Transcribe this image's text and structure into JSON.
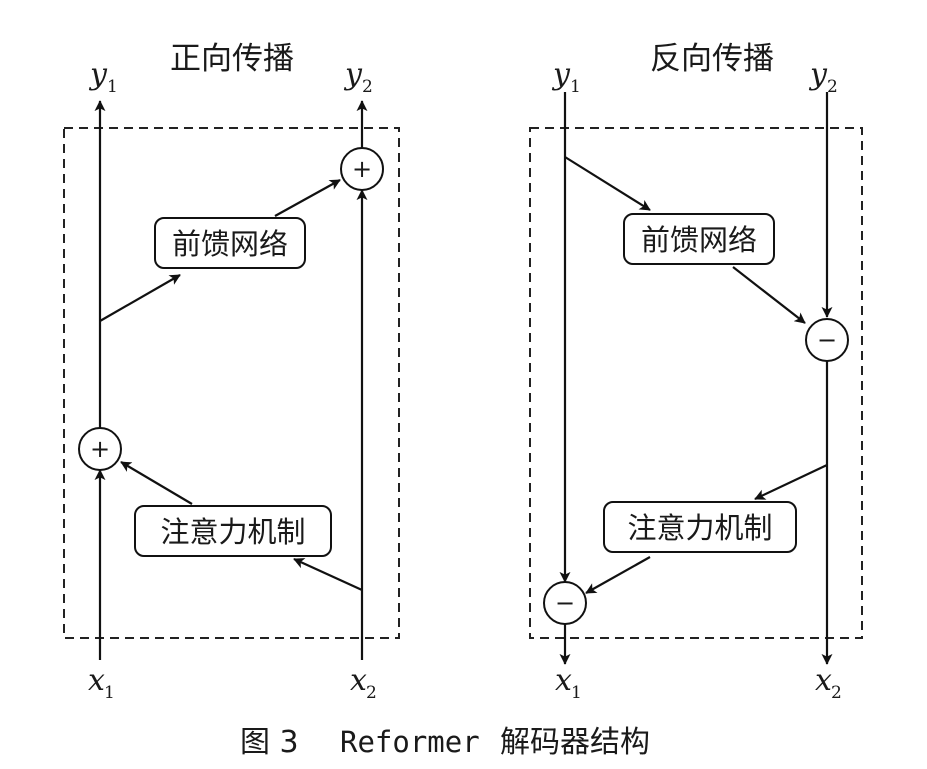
{
  "forward": {
    "title": "正向传播",
    "ffn_label": "前馈网络",
    "attn_label": "注意力机制",
    "add_symbol_1": "+",
    "add_symbol_2": "+",
    "y1": {
      "var": "y",
      "sub": "1"
    },
    "y2": {
      "var": "y",
      "sub": "2"
    },
    "x1": {
      "var": "x",
      "sub": "1"
    },
    "x2": {
      "var": "x",
      "sub": "2"
    }
  },
  "backward": {
    "title": "反向传播",
    "ffn_label": "前馈网络",
    "attn_label": "注意力机制",
    "sub_symbol_1": "−",
    "sub_symbol_2": "−",
    "y1": {
      "var": "y",
      "sub": "1"
    },
    "y2": {
      "var": "y",
      "sub": "2"
    },
    "x1": {
      "var": "x",
      "sub": "1"
    },
    "x2": {
      "var": "x",
      "sub": "2"
    }
  },
  "caption": {
    "prefix": "图 3",
    "model": "Reformer",
    "suffix": "解码器结构"
  }
}
